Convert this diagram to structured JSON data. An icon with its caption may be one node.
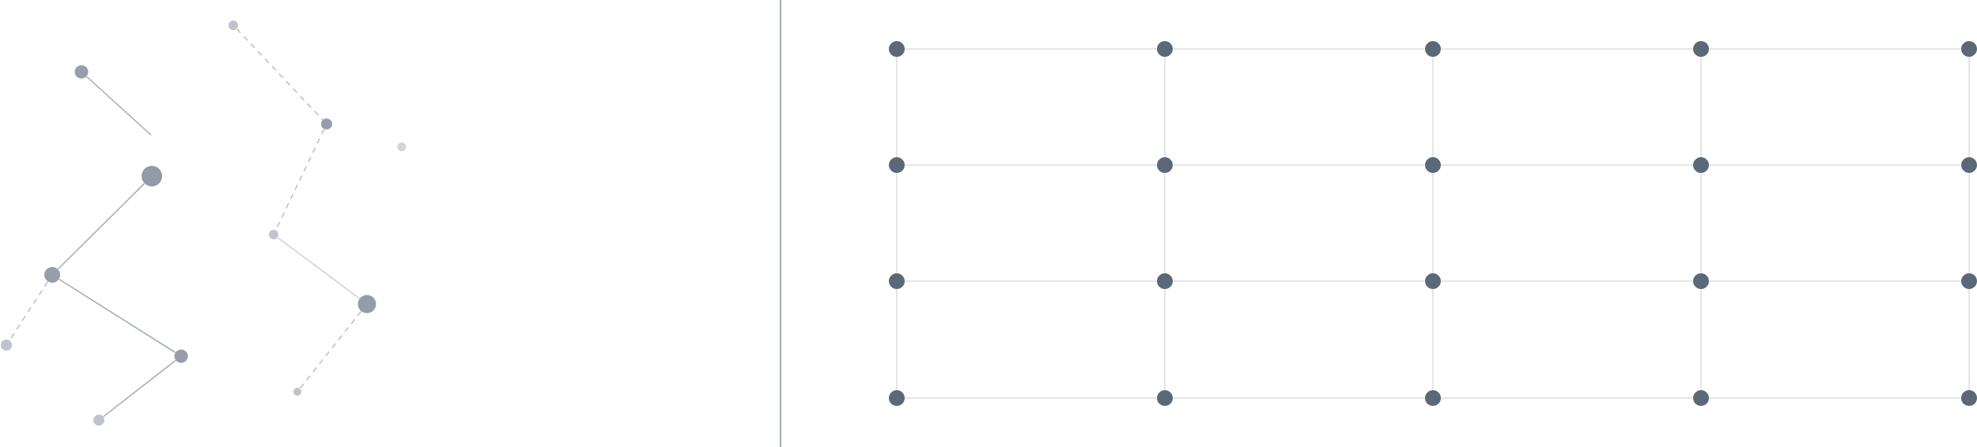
{
  "diagram": {
    "nodes": [
      {
        "text": [],
        "shape": "circle"
      },
      {
        "text": [],
        "shape": "circle"
      },
      {
        "text": [],
        "shape": "circle"
      },
      {
        "text": [],
        "shape": "circle"
      },
      {
        "text": [],
        "shape": "circle"
      },
      {
        "text": [],
        "shape": "circle"
      },
      {
        "text": [],
        "shape": "circle"
      },
      {
        "text": [],
        "shape": "circle"
      },
      {
        "text": [],
        "shape": "circle"
      },
      {
        "text": [],
        "shape": "circle"
      },
      {
        "text": [],
        "shape": "circle"
      },
      {
        "text": [],
        "shape": "circle"
      },
      {
        "text": [],
        "shape": "circle"
      },
      {
        "text": [],
        "shape": "circle"
      },
      {
        "text": [],
        "shape": "circle"
      },
      {
        "text": [],
        "shape": "circle"
      },
      {
        "text": [],
        "shape": "circle"
      },
      {
        "text": [],
        "shape": "circle"
      },
      {
        "text": [],
        "shape": "circle"
      },
      {
        "text": [],
        "shape": "circle"
      },
      {
        "text": [],
        "shape": "circle"
      },
      {
        "text": [],
        "shape": "circle"
      },
      {
        "text": [],
        "shape": "circle"
      },
      {
        "text": [],
        "shape": "circle"
      },
      {
        "text": [],
        "shape": "circle"
      },
      {
        "text": [],
        "shape": "circle"
      },
      {
        "text": [],
        "shape": "circle"
      },
      {
        "text": [],
        "shape": "circle"
      },
      {
        "text": [],
        "shape": "circle"
      },
      {
        "text": [],
        "shape": "circle"
      },
      {
        "text": [],
        "shape": "circle"
      },
      {
        "text": [],
        "shape": "circle"
      }
    ],
    "edges": [
      {
        "from": 0,
        "to": 2,
        "arrow": "none",
        "style": "dashed",
        "color": "#b9bec7"
      },
      {
        "from": 1,
        "to": null,
        "arrow": "none",
        "color": "#a3abb8"
      },
      {
        "from": 2,
        "to": 5,
        "arrow": "none",
        "style": "dashed",
        "color": "#b9bec7"
      },
      {
        "from": 4,
        "to": 6,
        "arrow": "none",
        "color": "#a3abb8"
      },
      {
        "from": 5,
        "to": 7,
        "arrow": "none",
        "color": "#cdd1d8"
      },
      {
        "from": 6,
        "to": 8,
        "arrow": "none",
        "style": "dashed",
        "color": "#b9bec7"
      },
      {
        "from": 6,
        "to": 9,
        "arrow": "none",
        "color": "#a3abb8"
      },
      {
        "from": 7,
        "to": 10,
        "arrow": "none",
        "style": "dashed",
        "color": "#b9bec7"
      },
      {
        "from": 9,
        "to": 11,
        "arrow": "none",
        "color": "#a3abb8"
      },
      {
        "from": 12,
        "to": 13,
        "arrow": "none"
      },
      {
        "from": 13,
        "to": 14,
        "arrow": "none"
      },
      {
        "from": 14,
        "to": 15,
        "arrow": "none"
      },
      {
        "from": 15,
        "to": 16,
        "arrow": "none"
      },
      {
        "from": 17,
        "to": 18,
        "arrow": "none"
      },
      {
        "from": 18,
        "to": 19,
        "arrow": "none"
      },
      {
        "from": 19,
        "to": 20,
        "arrow": "none"
      },
      {
        "from": 20,
        "to": 21,
        "arrow": "none"
      },
      {
        "from": 22,
        "to": 23,
        "arrow": "none"
      },
      {
        "from": 23,
        "to": 24,
        "arrow": "none"
      },
      {
        "from": 24,
        "to": 25,
        "arrow": "none"
      },
      {
        "from": 25,
        "to": 26,
        "arrow": "none"
      },
      {
        "from": 27,
        "to": 28,
        "arrow": "none"
      },
      {
        "from": 28,
        "to": 29,
        "arrow": "none"
      },
      {
        "from": 29,
        "to": 30,
        "arrow": "none"
      },
      {
        "from": 30,
        "to": 31,
        "arrow": "none"
      },
      {
        "from": 12,
        "to": 17,
        "arrow": "none"
      },
      {
        "from": 13,
        "to": 18,
        "arrow": "none"
      },
      {
        "from": 14,
        "to": 19,
        "arrow": "none"
      },
      {
        "from": 15,
        "to": 20,
        "arrow": "none"
      },
      {
        "from": 16,
        "to": 21,
        "arrow": "none"
      },
      {
        "from": 17,
        "to": 22,
        "arrow": "none"
      },
      {
        "from": 18,
        "to": 23,
        "arrow": "none"
      },
      {
        "from": 19,
        "to": 24,
        "arrow": "none"
      },
      {
        "from": 20,
        "to": 25,
        "arrow": "none"
      },
      {
        "from": 21,
        "to": 26,
        "arrow": "none"
      },
      {
        "from": 22,
        "to": 27,
        "arrow": "none"
      },
      {
        "from": 23,
        "to": 28,
        "arrow": "none"
      },
      {
        "from": 24,
        "to": 29,
        "arrow": "none"
      },
      {
        "from": 25,
        "to": 30,
        "arrow": "none"
      },
      {
        "from": 26,
        "to": 31,
        "arrow": "none"
      }
    ]
  }
}
